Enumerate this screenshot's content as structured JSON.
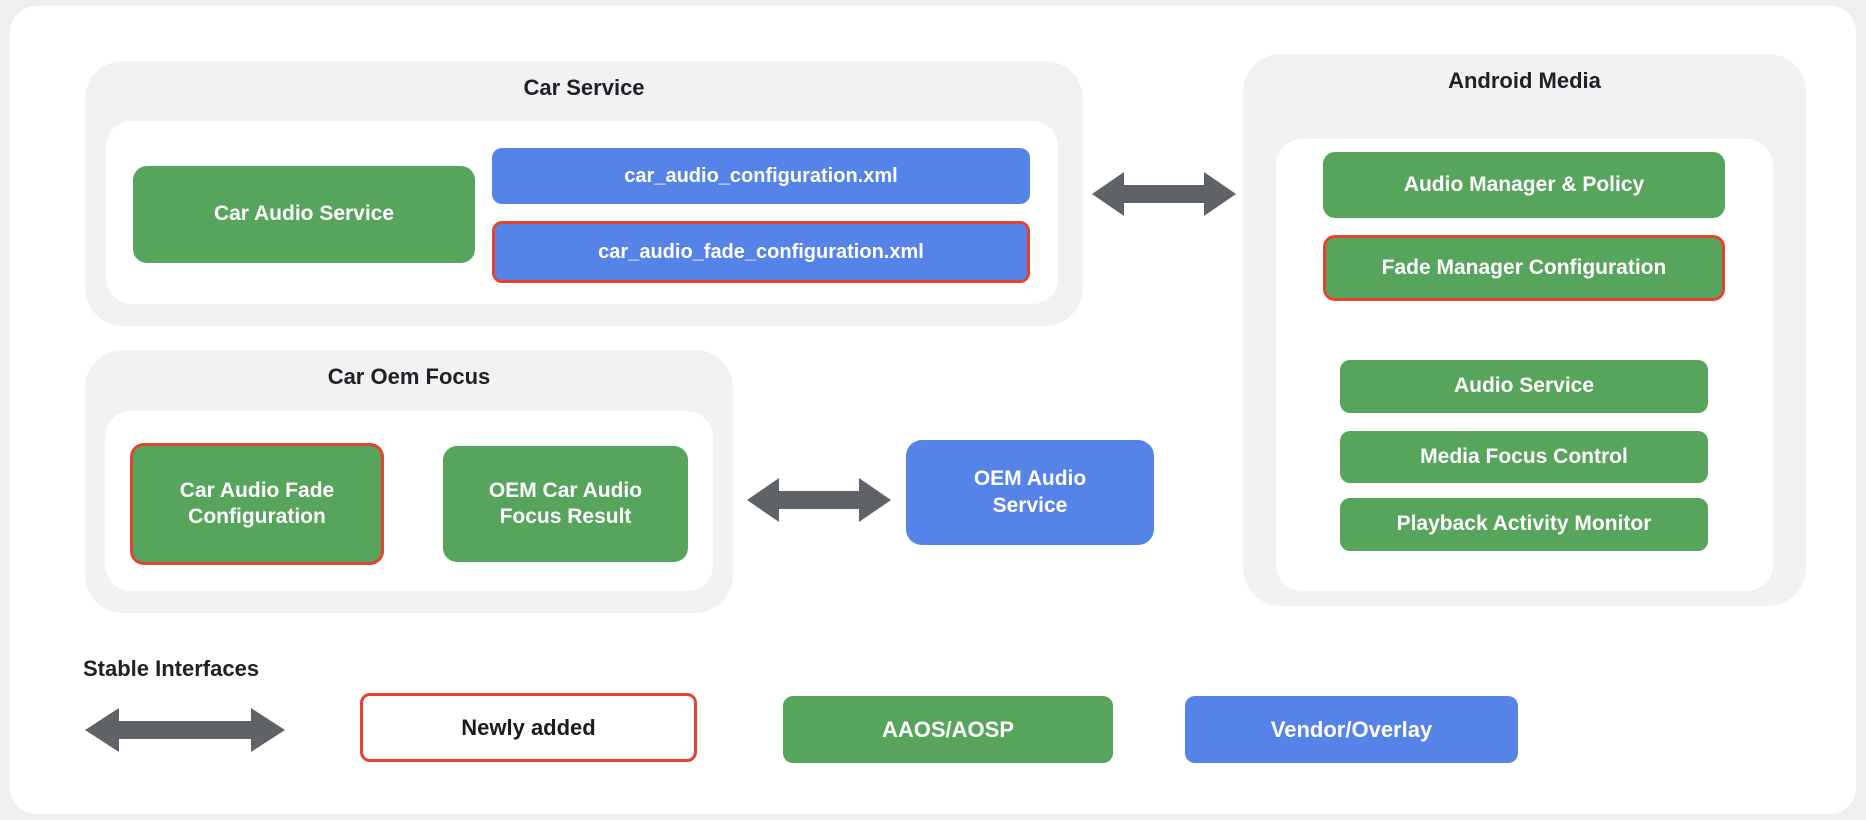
{
  "colors": {
    "green": "#57A45C",
    "blue": "#5583E8",
    "red": "#E5432E",
    "arrow-gray": "#5F6368",
    "container-gray": "#F1F2F4",
    "text-dark": "#202124"
  },
  "car_service": {
    "title": "Car Service",
    "car_audio_service": "Car Audio Service",
    "car_audio_configuration_xml": "car_audio_configuration.xml",
    "car_audio_fade_configuration_xml": "car_audio_fade_configuration.xml"
  },
  "android_media": {
    "title": "Android Media",
    "audio_manager_policy": "Audio Manager & Policy",
    "fade_manager_configuration": "Fade Manager Configuration",
    "audio_service": "Audio Service",
    "media_focus_control": "Media Focus Control",
    "playback_activity_monitor": "Playback Activity Monitor"
  },
  "car_oem_focus": {
    "title": "Car Oem Focus",
    "car_audio_fade_configuration": "Car Audio Fade Configuration",
    "oem_car_audio_focus_result": "OEM Car Audio Focus Result"
  },
  "oem_audio_service": {
    "label": "OEM Audio Service"
  },
  "legend": {
    "stable_interfaces": "Stable Interfaces",
    "newly_added": "Newly added",
    "aaos_aosp": "AAOS/AOSP",
    "vendor_overlay": "Vendor/Overlay"
  }
}
